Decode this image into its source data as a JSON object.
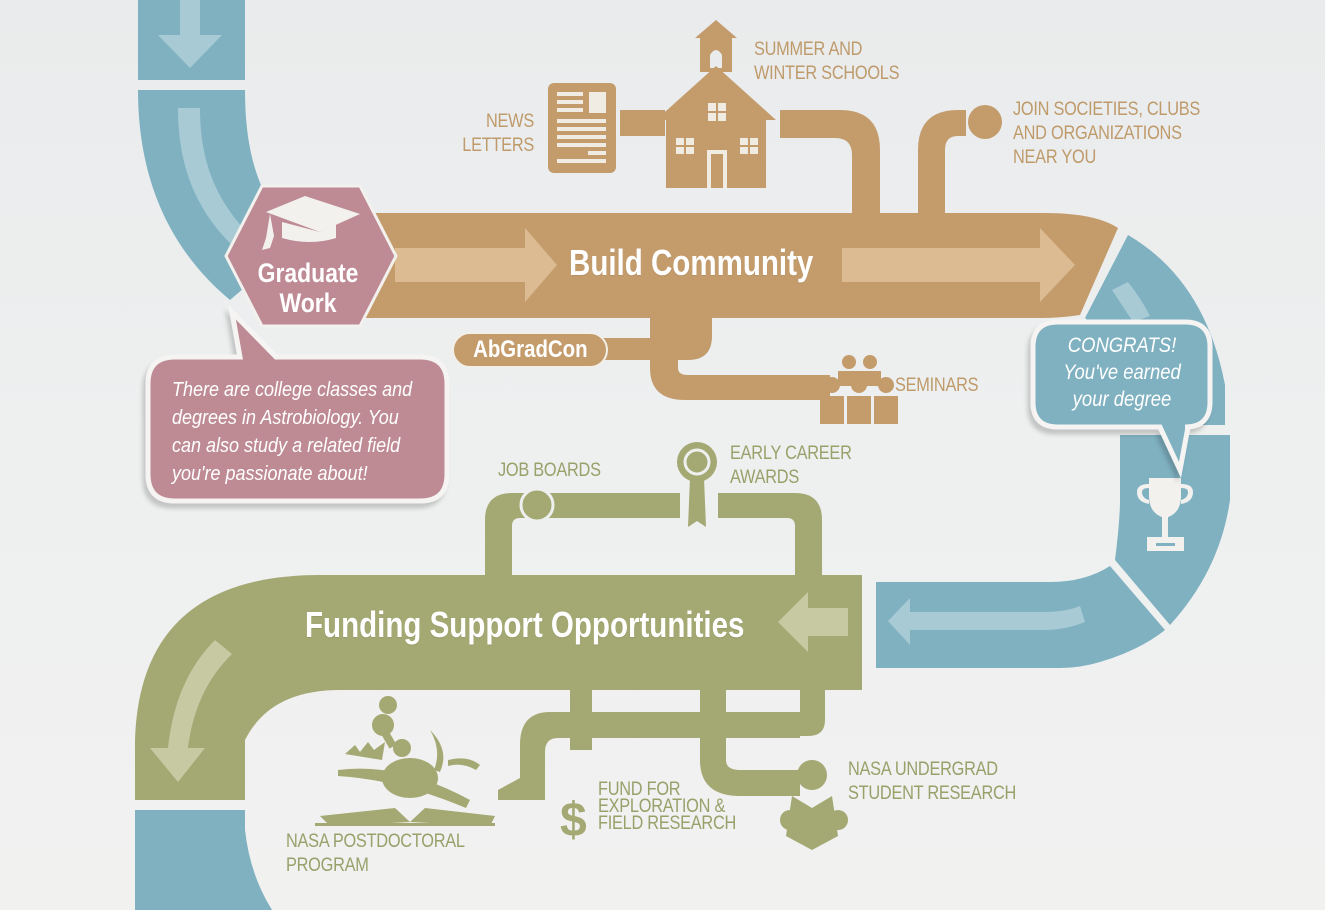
{
  "colors": {
    "background": "#eceeee",
    "path_blue": "#7fb1c1",
    "build_tan": "#c49c6c",
    "graduate_pink": "#be8b95",
    "funding_olive": "#a4a872",
    "arrow_light_tan": "#dcbb93",
    "arrow_light_olive": "#c7c9a3",
    "arrow_light_blue": "#a7cad5"
  },
  "graduate": {
    "title_line1": "Graduate",
    "title_line2": "Work",
    "icon": "graduation-cap-icon",
    "bubble_lines": [
      "There are college classes and",
      "degrees in Astrobiology. You",
      "can also study a related field",
      "you're passionate about!"
    ]
  },
  "build_community": {
    "title": "Build Community",
    "branches": {
      "newsletters": {
        "line1": "NEWS",
        "line2": "LETTERS",
        "icon": "newsletter-icon"
      },
      "schools": {
        "line1": "SUMMER AND",
        "line2": "WINTER SCHOOLS",
        "icon": "schoolhouse-icon"
      },
      "societies": {
        "line1": "JOIN SOCIETIES, CLUBS",
        "line2": "AND ORGANIZATIONS",
        "line3": "NEAR YOU",
        "icon": "dot-icon"
      },
      "abgradcon": {
        "label": "AbGradCon"
      },
      "seminars": {
        "label": "SEMINARS",
        "icon": "people-group-icon"
      }
    }
  },
  "congrats": {
    "line1": "CONGRATS!",
    "line2": "You've earned",
    "line3": "your degree",
    "icon": "trophy-icon"
  },
  "funding": {
    "title": "Funding Support Opportunities",
    "branches": {
      "job_boards": {
        "label": "JOB BOARDS",
        "icon": "dot-icon"
      },
      "awards": {
        "line1": "EARLY CAREER",
        "line2": "AWARDS",
        "icon": "award-ribbon-icon"
      },
      "postdoc": {
        "line1": "NASA POSTDOCTORAL",
        "line2": "PROGRAM",
        "icon": "nasa-postdoc-emblem-icon"
      },
      "fund": {
        "line1": "FUND FOR",
        "line2": "EXPLORATION &",
        "line3": "FIELD RESEARCH",
        "icon": "dollar-icon",
        "glyph": "$"
      },
      "undergrad": {
        "line1": "NASA UNDERGRAD",
        "line2": "STUDENT RESEARCH",
        "icon": "student-reading-icon"
      }
    }
  }
}
